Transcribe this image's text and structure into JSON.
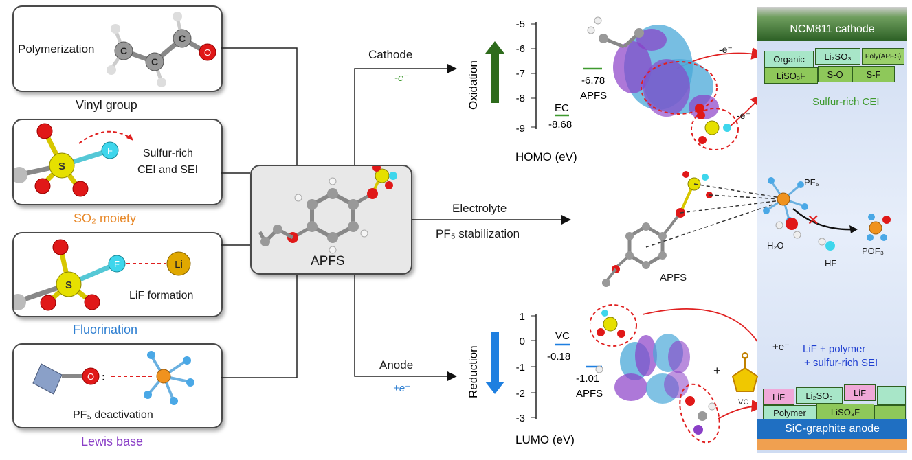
{
  "left_panels": [
    {
      "inner": "Polymerization",
      "caption": "Vinyl group",
      "caption_color": "#1a1a1a"
    },
    {
      "inner_lines": [
        "Sulfur-rich",
        "CEI and SEI"
      ],
      "caption": "SO₂ moiety",
      "caption_color": "#e8892a"
    },
    {
      "inner": "LiF formation",
      "caption": "Fluorination",
      "caption_color": "#2f7fd1"
    },
    {
      "inner": "PF₅ deactivation",
      "caption": "Lewis base",
      "caption_color": "#8a3fc7"
    }
  ],
  "center": {
    "label": "APFS"
  },
  "branches": {
    "cathode": {
      "label": "Cathode",
      "sub": "-e⁻",
      "sub_color": "#3f9a2f"
    },
    "electrolyte": {
      "label": "Electrolyte",
      "sub": "PF₅ stabilization"
    },
    "anode": {
      "label": "Anode",
      "sub": "+e⁻",
      "sub_color": "#2f7fd1"
    }
  },
  "homo_chart": {
    "axis_label": "Oxidation",
    "xlabel": "HOMO (eV)",
    "ticks": [
      "-5",
      "-6",
      "-7",
      "-8",
      "-9"
    ],
    "levels": [
      {
        "name": "EC",
        "value": "-8.68"
      },
      {
        "name": "APFS",
        "value": "-6.78"
      }
    ]
  },
  "lumo_chart": {
    "axis_label": "Reduction",
    "xlabel": "LUMO (eV)",
    "ticks": [
      "1",
      "0",
      "-1",
      "-2",
      "-3"
    ],
    "levels": [
      {
        "name": "VC",
        "value": "-0.18"
      },
      {
        "name": "APFS",
        "value": "-1.01"
      }
    ]
  },
  "cathode_side": {
    "title": "NCM811 cathode",
    "electron1": "-e⁻",
    "electron2": "-e⁻",
    "layers": [
      "Organic",
      "Li₂SO₃",
      "Poly(APFS)",
      "LiSO₃F",
      "S-O",
      "S-F"
    ],
    "caption": "Sulfur-rich CEI"
  },
  "electrolyte_side": {
    "pf5": "PF₅",
    "h2o": "H₂O",
    "hf": "HF",
    "pof3": "POF₃",
    "apfs": "APFS"
  },
  "anode_side": {
    "title": "SiC-graphite anode",
    "electron": "+e⁻",
    "plus": "+",
    "vc": "VC",
    "caption_lines": [
      "LiF + polymer",
      "+ sulfur-rich SEI"
    ],
    "layers": [
      "LiF",
      "Li₂SO₃",
      "LiF",
      "Polymer",
      "LiSO₃F"
    ]
  }
}
